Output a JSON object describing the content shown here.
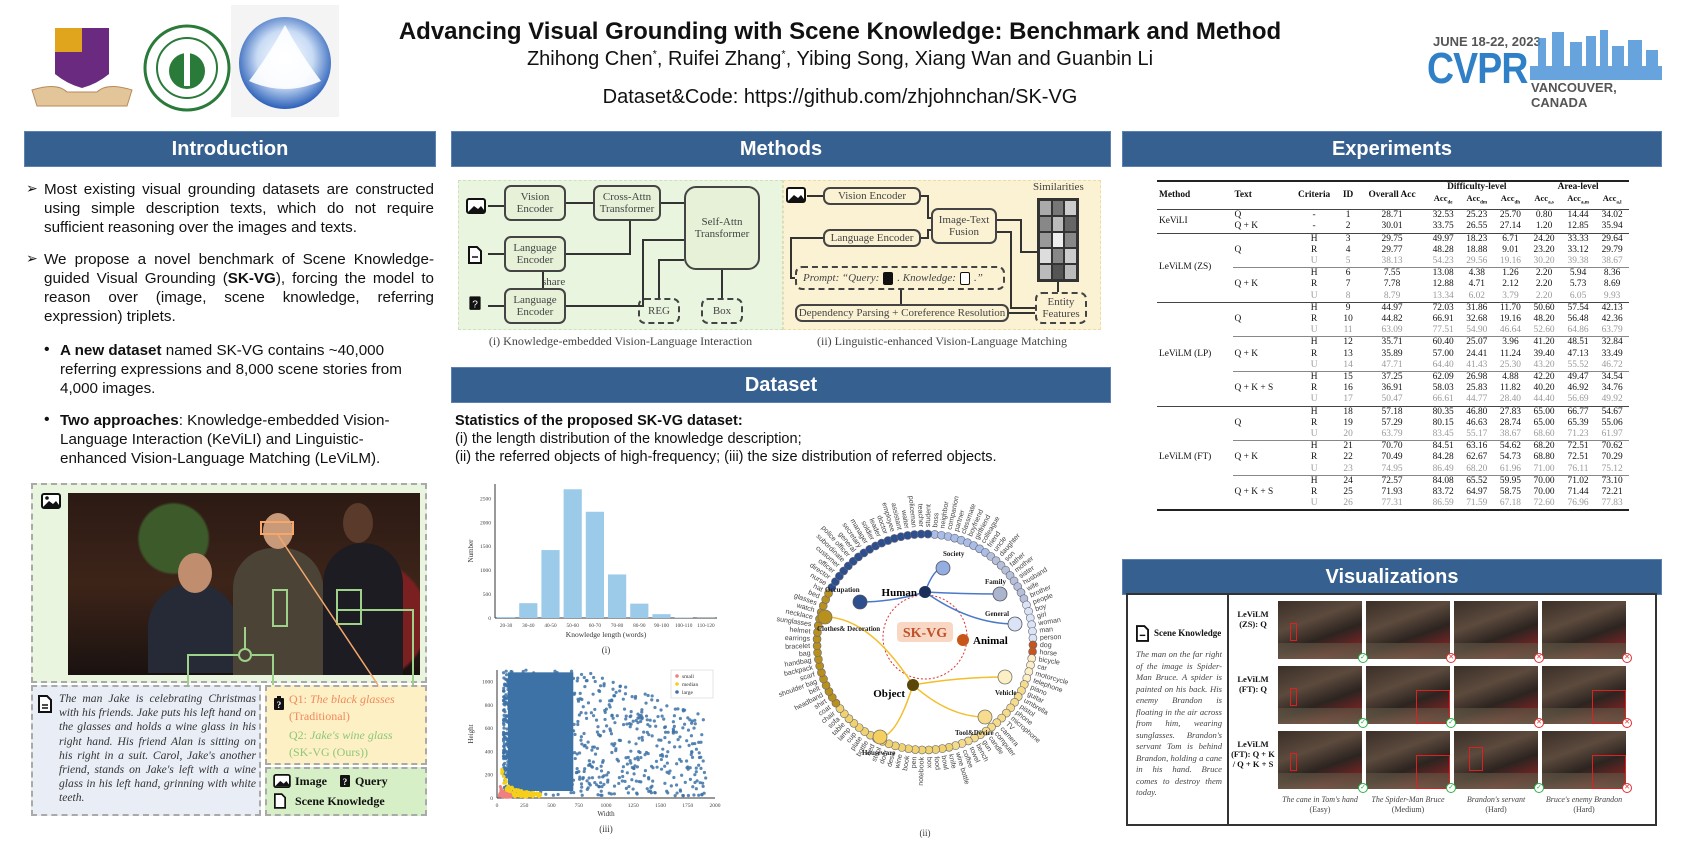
{
  "header": {
    "title": "Advancing Visual Grounding with Scene Knowledge: Benchmark and Method",
    "authors": [
      {
        "name": "Zhihong Chen",
        "mark": "*"
      },
      {
        "name": "Ruifei Zhang",
        "mark": "*"
      },
      {
        "name": "Yibing Song",
        "mark": ""
      },
      {
        "name": "Xiang Wan and Guanbin Li",
        "mark": ""
      }
    ],
    "code_line": "Dataset&Code: https://github.com/zhjohnchan/SK-VG",
    "logos": [
      "cuhk-shield-logo",
      "sun-yat-sen-university-logo",
      "sribd-logo"
    ],
    "conference": {
      "dates": "JUNE 18-22, 2023",
      "name": "CVPR",
      "location": "VANCOUVER, CANADA",
      "color": "#2f80c7"
    }
  },
  "colors": {
    "section_header": "#36608f",
    "green_panel": "#eaf5e0",
    "yellow_panel": "#fdf0c4",
    "blue_panel": "#e9edf6"
  },
  "intro": {
    "heading": "Introduction",
    "p1": "Most existing visual grounding datasets are constructed using simple description texts, which do not require sufficient reasoning over the images and texts.",
    "p2_pre": "We propose a novel benchmark of Scene Knowledge-guided Visual Grounding (",
    "p2_bold": "SK-VG",
    "p2_post": "), forcing the model to reason over (image, scene knowledge, referring expression) triplets.",
    "b1_bold": "A new dataset",
    "b1_rest": " named SK-VG contains ~40,000 referring expressions and 8,000 scene stories from 4,000 images.",
    "b2_bold": "Two approaches",
    "b2_rest": ": Knowledge-embedded Vision-Language Interaction (KeViLI) and Linguistic-enhanced Vision-Language Matching (LeViLM).",
    "example": {
      "knowledge": "The man Jake is celebrating Christmas with his friends. Jake puts his left hand on the glasses and holds a wine glass in his right hand. His friend Alan is sitting on his right in a suit. Carol, Jake's another friend, stands on Jake's left with a wine glass in his left hand, grinning with white teeth.",
      "q1_label": "Q1: ",
      "q1_text": "The black glasses",
      "q1_note": "(Traditional)",
      "q2_label": "Q2: ",
      "q2_text": "Jake's wine glass",
      "q2_note": "(SK-VG (Ours))",
      "legend": {
        "image": "Image",
        "query": "Query",
        "knowledge": "Scene Knowledge"
      }
    }
  },
  "methods": {
    "heading": "Methods",
    "left": {
      "vision_encoder": "Vision Encoder",
      "language_encoder_1": "Language Encoder",
      "language_encoder_2": "Language Encoder",
      "share": "share",
      "cross_attn": "Cross-Attn Transformer",
      "self_attn": "Self-Attn Transformer",
      "reg": "REG",
      "box": "Box",
      "caption": "(i) Knowledge-embedded Vision-Language Interaction"
    },
    "right": {
      "vision_encoder": "Vision Encoder",
      "language_encoder": "Language Encoder",
      "fusion": "Image-Text Fusion",
      "similarities": "Similarities",
      "prompt_pre": "Prompt: “Query:",
      "prompt_mid": ". Knowledge:",
      "prompt_post": ".”",
      "dep_parsing": "Dependency Parsing + Coreference Resolution",
      "entity": "Entity Features",
      "caption": "(ii) Linguistic-enhanced Vision-Language Matching"
    }
  },
  "dataset": {
    "heading": "Dataset",
    "stats_title": "Statistics of the proposed SK-VG dataset",
    "line1": "(i) the length distribution of the knowledge description;",
    "line2": "(ii) the referred objects of high-frequency; (iii) the size distribution of referred objects.",
    "cap_i": "(i)",
    "cap_ii": "(ii)",
    "cap_iii": "(iii)",
    "center_label": "SK-VG",
    "hubs": {
      "human": "Human",
      "object": "Object",
      "animal": "Animal"
    },
    "human_groups": [
      "Occupation",
      "Society",
      "Family",
      "General"
    ],
    "object_groups": [
      "Clothes& Decoration",
      "Vehicle",
      "Tool&Device",
      "Houseware"
    ],
    "ring_words": [
      "boss",
      "neighbor",
      "companion",
      "partner",
      "classmate",
      "boyfriend",
      "girlfriend",
      "colleague",
      "friend",
      "uncle",
      "daughter",
      "son",
      "father",
      "mother",
      "sister",
      "husband",
      "wife",
      "brother",
      "people",
      "boy",
      "girl",
      "woman",
      "man",
      "person",
      "dog",
      "horse",
      "bicycle",
      "car",
      "motorcycle",
      "telephone",
      "piano",
      "guitar",
      "umbrella",
      "pistol",
      "phone",
      "microphone",
      "TV",
      "camera",
      "computer",
      "candle",
      "gun",
      "bench",
      "towel",
      "coffee",
      "wine bottle",
      "knife",
      "bowl",
      "food",
      "box",
      "notebook",
      "pen",
      "book",
      "wine",
      "desk",
      "door",
      "stool",
      "bed",
      "bottle",
      "plate",
      "cup",
      "lamp",
      "table",
      "sofa",
      "chair",
      "coat",
      "shirt",
      "headband",
      "belt",
      "shoulder bag",
      "scarf",
      "backpack",
      "handbag",
      "bag",
      "bracelet",
      "earrings",
      "helmet",
      "sunglasses",
      "necklace",
      "watch",
      "glasses",
      "bed",
      "hat",
      "nurse",
      "director",
      "officer",
      "customer",
      "subordinate",
      "police officer",
      "general",
      "secretary",
      "manager",
      "soldier",
      "leader",
      "doctor",
      "employee",
      "assistant",
      "waiter",
      "policeman",
      "teacher",
      "student"
    ]
  },
  "chart_data": [
    {
      "type": "bar",
      "title": "(i)",
      "xlabel": "Knowledge length (words)",
      "ylabel": "Number",
      "categories": [
        "20-30",
        "30-40",
        "40-50",
        "50-60",
        "60-70",
        "70-80",
        "80-90",
        "90-100",
        "100-110",
        "110-120"
      ],
      "values": [
        20,
        310,
        1420,
        2690,
        2220,
        910,
        300,
        80,
        10,
        5
      ],
      "yticks": [
        0,
        500,
        1000,
        1500,
        2000,
        2500
      ],
      "ylim": [
        0,
        2800
      ],
      "color": "#9ccbea",
      "grid": false
    },
    {
      "type": "scatter",
      "title": "(iii)",
      "xlabel": "Width",
      "ylabel": "Height",
      "xticks": [
        0,
        250,
        500,
        750,
        1000,
        1250,
        1500,
        1750,
        2000
      ],
      "yticks": [
        0,
        200,
        400,
        600,
        800,
        1000
      ],
      "xlim": [
        0,
        2000
      ],
      "ylim": [
        0,
        1100
      ],
      "legend_position": "top-right",
      "series": [
        {
          "name": "small",
          "color": "#f08080",
          "region": "width<130, height<200"
        },
        {
          "name": "median",
          "color": "#f5cf1a",
          "region": "width<400, height<500"
        },
        {
          "name": "large",
          "color": "#3d72a6",
          "region": "width 60-1920, height 20-1080"
        }
      ]
    }
  ],
  "experiments": {
    "heading": "Experiments",
    "columns": [
      "Method",
      "Text",
      "Criteria",
      "ID",
      "Overall Acc"
    ],
    "group_difficulty": "Difficulty-level",
    "group_area": "Area-level",
    "sub_columns": [
      "Acc_de",
      "Acc_dm",
      "Acc_dh",
      "Acc_as",
      "Acc_am",
      "Acc_al"
    ],
    "groups": [
      {
        "method": "KeViLI",
        "blocks": [
          {
            "text": "Q",
            "rows": [
              [
                "-",
                "1",
                "28.71",
                "32.53",
                "25.23",
                "25.70",
                "0.80",
                "14.44",
                "34.02"
              ]
            ]
          },
          {
            "text": "Q + K",
            "rows": [
              [
                "-",
                "2",
                "30.01",
                "33.75",
                "26.55",
                "27.14",
                "1.20",
                "12.85",
                "35.94"
              ]
            ]
          }
        ]
      },
      {
        "method": "LeViLM (ZS)",
        "blocks": [
          {
            "text": "Q",
            "rows": [
              [
                "H",
                "3",
                "29.75",
                "49.97",
                "18.23",
                "6.71",
                "24.20",
                "33.33",
                "29.64"
              ],
              [
                "R",
                "4",
                "29.77",
                "48.28",
                "18.88",
                "9.01",
                "23.20",
                "33.12",
                "29.79"
              ],
              [
                "U",
                "5",
                "38.13",
                "54.23",
                "29.56",
                "19.16",
                "30.20",
                "39.38",
                "38.67"
              ]
            ]
          },
          {
            "text": "Q + K",
            "rows": [
              [
                "H",
                "6",
                "7.55",
                "13.08",
                "4.38",
                "1.26",
                "2.20",
                "5.94",
                "8.36"
              ],
              [
                "R",
                "7",
                "7.78",
                "12.88",
                "4.71",
                "2.12",
                "2.20",
                "5.73",
                "8.69"
              ],
              [
                "U",
                "8",
                "8.79",
                "13.34",
                "6.02",
                "3.79",
                "2.20",
                "6.05",
                "9.93"
              ]
            ]
          }
        ]
      },
      {
        "method": "LeViLM (LP)",
        "blocks": [
          {
            "text": "Q",
            "rows": [
              [
                "H",
                "9",
                "44.97",
                "72.03",
                "31.86",
                "11.70",
                "50.60",
                "57.54",
                "42.13"
              ],
              [
                "R",
                "10",
                "44.82",
                "66.91",
                "32.68",
                "19.16",
                "48.20",
                "56.48",
                "42.36"
              ],
              [
                "U",
                "11",
                "63.09",
                "77.51",
                "54.90",
                "46.64",
                "52.60",
                "64.86",
                "63.79"
              ]
            ]
          },
          {
            "text": "Q + K",
            "rows": [
              [
                "H",
                "12",
                "35.71",
                "60.40",
                "25.07",
                "3.96",
                "41.20",
                "48.51",
                "32.84"
              ],
              [
                "R",
                "13",
                "35.89",
                "57.00",
                "24.41",
                "11.24",
                "39.40",
                "47.13",
                "33.49"
              ],
              [
                "U",
                "14",
                "47.71",
                "64.40",
                "41.43",
                "25.30",
                "43.20",
                "55.52",
                "46.72"
              ]
            ]
          },
          {
            "text": "Q + K + S",
            "rows": [
              [
                "H",
                "15",
                "37.25",
                "62.09",
                "26.98",
                "4.88",
                "42.20",
                "49.47",
                "34.54"
              ],
              [
                "R",
                "16",
                "36.91",
                "58.03",
                "25.83",
                "11.82",
                "40.20",
                "46.92",
                "34.76"
              ],
              [
                "U",
                "17",
                "50.47",
                "66.61",
                "44.77",
                "28.40",
                "44.40",
                "56.69",
                "49.92"
              ]
            ]
          }
        ]
      },
      {
        "method": "LeViLM (FT)",
        "blocks": [
          {
            "text": "Q",
            "rows": [
              [
                "H",
                "18",
                "57.18",
                "80.35",
                "46.80",
                "27.83",
                "65.00",
                "66.77",
                "54.67"
              ],
              [
                "R",
                "19",
                "57.29",
                "80.15",
                "46.63",
                "28.74",
                "65.00",
                "65.39",
                "55.06"
              ],
              [
                "U",
                "20",
                "63.79",
                "83.45",
                "55.17",
                "38.67",
                "68.60",
                "71.23",
                "61.97"
              ]
            ]
          },
          {
            "text": "Q + K",
            "rows": [
              [
                "H",
                "21",
                "70.70",
                "84.51",
                "63.16",
                "54.62",
                "68.20",
                "72.51",
                "70.62"
              ],
              [
                "R",
                "22",
                "70.49",
                "84.28",
                "62.67",
                "54.73",
                "68.80",
                "72.51",
                "70.29"
              ],
              [
                "U",
                "23",
                "74.95",
                "86.49",
                "68.20",
                "61.96",
                "71.00",
                "76.11",
                "75.12"
              ]
            ]
          },
          {
            "text": "Q + K + S",
            "rows": [
              [
                "H",
                "24",
                "72.57",
                "84.08",
                "65.52",
                "59.95",
                "70.00",
                "71.02",
                "73.10"
              ],
              [
                "R",
                "25",
                "71.93",
                "83.72",
                "64.97",
                "58.75",
                "70.00",
                "71.44",
                "72.21"
              ],
              [
                "U",
                "26",
                "77.31",
                "86.59",
                "71.59",
                "67.18",
                "72.60",
                "76.96",
                "77.83"
              ]
            ]
          }
        ]
      }
    ]
  },
  "visualizations": {
    "heading": "Visualizations",
    "knowledge_title": "Scene Knowledge",
    "knowledge_text": "The man on the far right of the image is Spider-Man Bruce. A spider is painted on his back. His enemy Brandon is floating in the air across from him, wearing sunglasses. Brandon's servant Tom is behind Brandon, holding a cane in his hand. Bruce comes to destroy them today.",
    "row_labels": [
      "LeViLM (ZS): Q",
      "LeViLM (FT): Q",
      "LeViLM (FT): Q + K / Q + K + S"
    ],
    "col_captions": [
      {
        "text": "The cane in Tom's hand",
        "level": "(Easy)"
      },
      {
        "text": "The Spider-Man Bruce",
        "level": "(Medium)"
      },
      {
        "text": "Brandon's servant",
        "level": "(Hard)"
      },
      {
        "text": "Bruce's enemy Brandon",
        "level": "(Hard)"
      }
    ],
    "results": [
      [
        "correct",
        "wrong",
        "wrong",
        "wrong"
      ],
      [
        "correct",
        "correct",
        "wrong",
        "wrong"
      ],
      [
        "correct",
        "correct",
        "correct",
        "wrong"
      ]
    ]
  }
}
